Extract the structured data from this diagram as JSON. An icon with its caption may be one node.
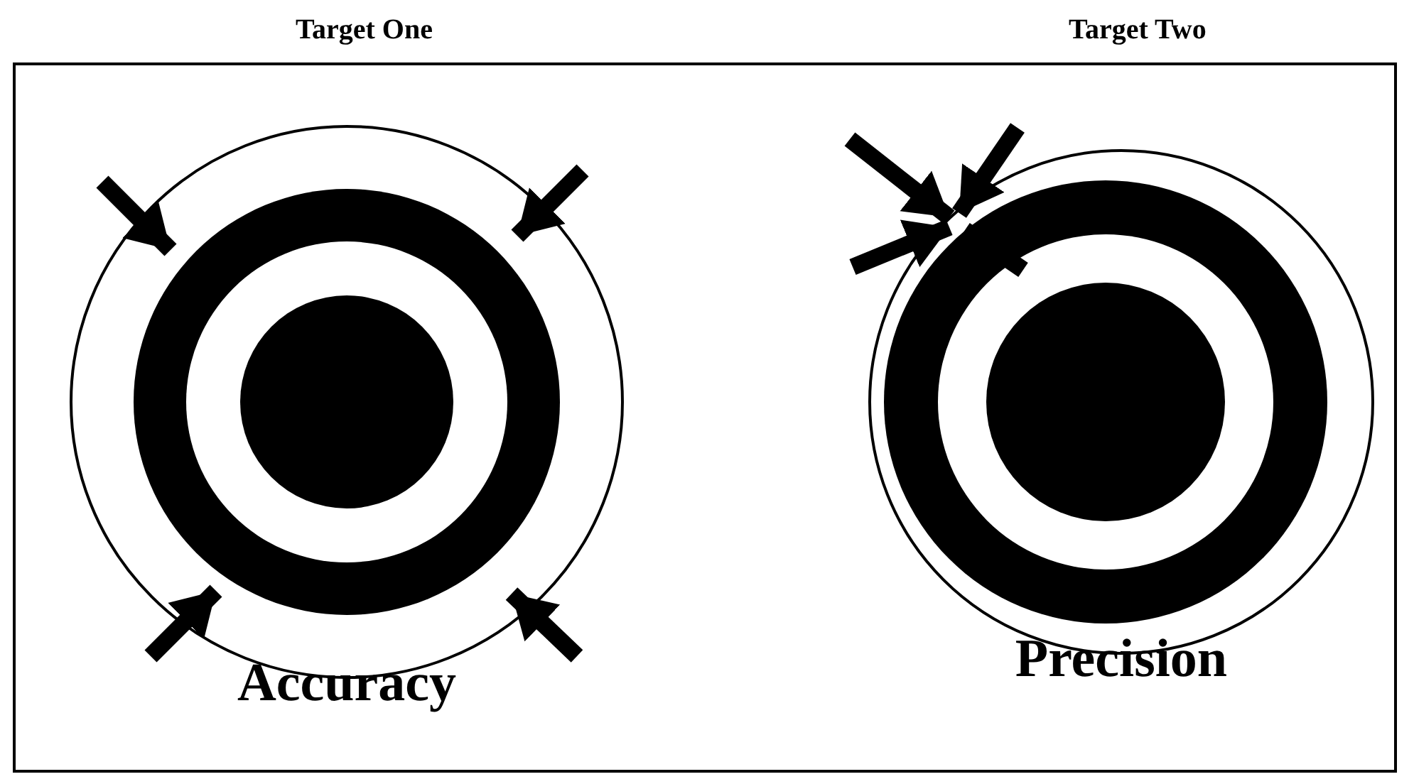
{
  "diagram": {
    "nodes": [
      {
        "text": [],
        "shape": "circle",
        "beside": [
          "Accuracy"
        ]
      },
      {
        "text": [],
        "shape": "circle",
        "beside": [
          "Precision"
        ]
      }
    ],
    "edges": [
      {
        "from": null,
        "to": 0,
        "arrow": "to"
      },
      {
        "from": null,
        "to": 0,
        "arrow": "to"
      },
      {
        "from": null,
        "to": 0,
        "arrow": "to"
      },
      {
        "from": null,
        "to": 0,
        "arrow": "to"
      },
      {
        "from": null,
        "to": 1,
        "arrow": "to"
      },
      {
        "from": null,
        "to": 1,
        "arrow": "to"
      },
      {
        "from": null,
        "to": 1,
        "arrow": "to"
      },
      {
        "from": null,
        "to": 1,
        "arrow": "to"
      }
    ],
    "labels": [
      "Target One",
      "Target Two"
    ]
  }
}
